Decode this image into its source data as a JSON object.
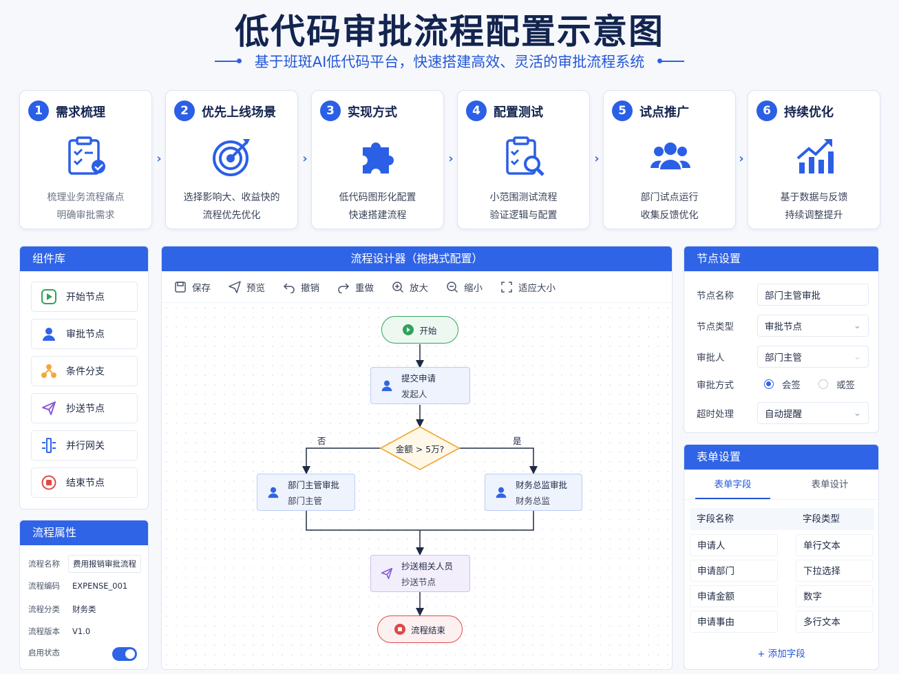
{
  "header": {
    "title": "低代码审批流程配置示意图",
    "subtitle": "基于班斑AI低代码平台，快速搭建高效、灵活的审批流程系统"
  },
  "steps": [
    {
      "num": "1",
      "title": "需求梳理",
      "desc1": "梳理业务流程痛点",
      "desc2": "明确审批需求"
    },
    {
      "num": "2",
      "title": "优先上线场景",
      "desc1": "选择影响大、收益快的",
      "desc2": "流程优先优化"
    },
    {
      "num": "3",
      "title": "实现方式",
      "desc1": "低代码图形化配置",
      "desc2": "快速搭建流程"
    },
    {
      "num": "4",
      "title": "配置测试",
      "desc1": "小范围测试流程",
      "desc2": "验证逻辑与配置"
    },
    {
      "num": "5",
      "title": "试点推广",
      "desc1": "部门试点运行",
      "desc2": "收集反馈优化"
    },
    {
      "num": "6",
      "title": "持续优化",
      "desc1": "基于数据与反馈",
      "desc2": "持续调整提升"
    }
  ],
  "components": {
    "title": "组件库",
    "items": [
      "开始节点",
      "审批节点",
      "条件分支",
      "抄送节点",
      "并行网关",
      "结束节点"
    ]
  },
  "process_props": {
    "title": "流程属性",
    "rows": [
      {
        "label": "流程名称",
        "value": "费用报销审批流程"
      },
      {
        "label": "流程编码",
        "value": "EXPENSE_001"
      },
      {
        "label": "流程分类",
        "value": "财务类"
      },
      {
        "label": "流程版本",
        "value": "V1.0"
      },
      {
        "label": "启用状态",
        "value": ""
      }
    ]
  },
  "designer": {
    "title": "流程设计器（拖拽式配置）",
    "toolbar": [
      "保存",
      "预览",
      "撤销",
      "重做",
      "放大",
      "缩小",
      "适应大小"
    ],
    "nodes": {
      "start": "开始",
      "submit": "提交申请",
      "submit_sub": "发起人",
      "condition": "金额 > 5万?",
      "no": "否",
      "yes": "是",
      "dept": "部门主管审批",
      "dept_sub": "部门主管",
      "finance": "财务总监审批",
      "finance_sub": "财务总监",
      "cc": "抄送相关人员",
      "cc_sub": "抄送节点",
      "end": "流程结束"
    }
  },
  "node_settings": {
    "title": "节点设置",
    "name_label": "节点名称",
    "name_value": "部门主管审批",
    "type_label": "节点类型",
    "type_value": "审批节点",
    "approver_label": "审批人",
    "approver_value": "部门主管",
    "mode_label": "审批方式",
    "mode_opt1": "会签",
    "mode_opt2": "或签",
    "timeout_label": "超时处理",
    "timeout_value": "自动提醒"
  },
  "form_settings": {
    "title": "表单设置",
    "tab1": "表单字段",
    "tab2": "表单设计",
    "col1": "字段名称",
    "col2": "字段类型",
    "rows": [
      {
        "name": "申请人",
        "type": "单行文本"
      },
      {
        "name": "申请部门",
        "type": "下拉选择"
      },
      {
        "name": "申请金额",
        "type": "数字"
      },
      {
        "name": "申请事由",
        "type": "多行文本"
      }
    ],
    "add": "+ 添加字段"
  },
  "colors": {
    "accent": "#2f64e6",
    "start": "#2fa35a",
    "end": "#e04848",
    "condition": "#f2a93b",
    "cc": "#8a5cd6"
  }
}
